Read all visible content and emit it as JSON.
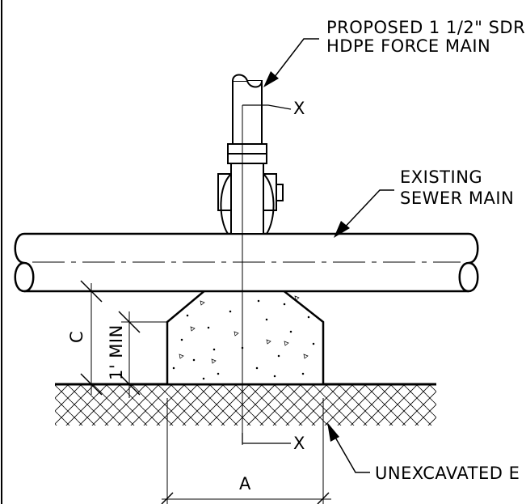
{
  "labels": {
    "force_main_line1": "PROPOSED 1 1/2\" SDR",
    "force_main_line2": "HDPE FORCE MAIN",
    "sewer_main_line1": "EXISTING",
    "sewer_main_line2": "SEWER MAIN",
    "unexcavated": "UNEXCAVATED E",
    "section_mark_top": "X",
    "section_mark_bottom": "X"
  },
  "dimensions": {
    "width_label": "A",
    "height_label": "C",
    "min_cover_label": "1' MIN"
  },
  "colors": {
    "line": "#000000",
    "background": "#ffffff"
  }
}
